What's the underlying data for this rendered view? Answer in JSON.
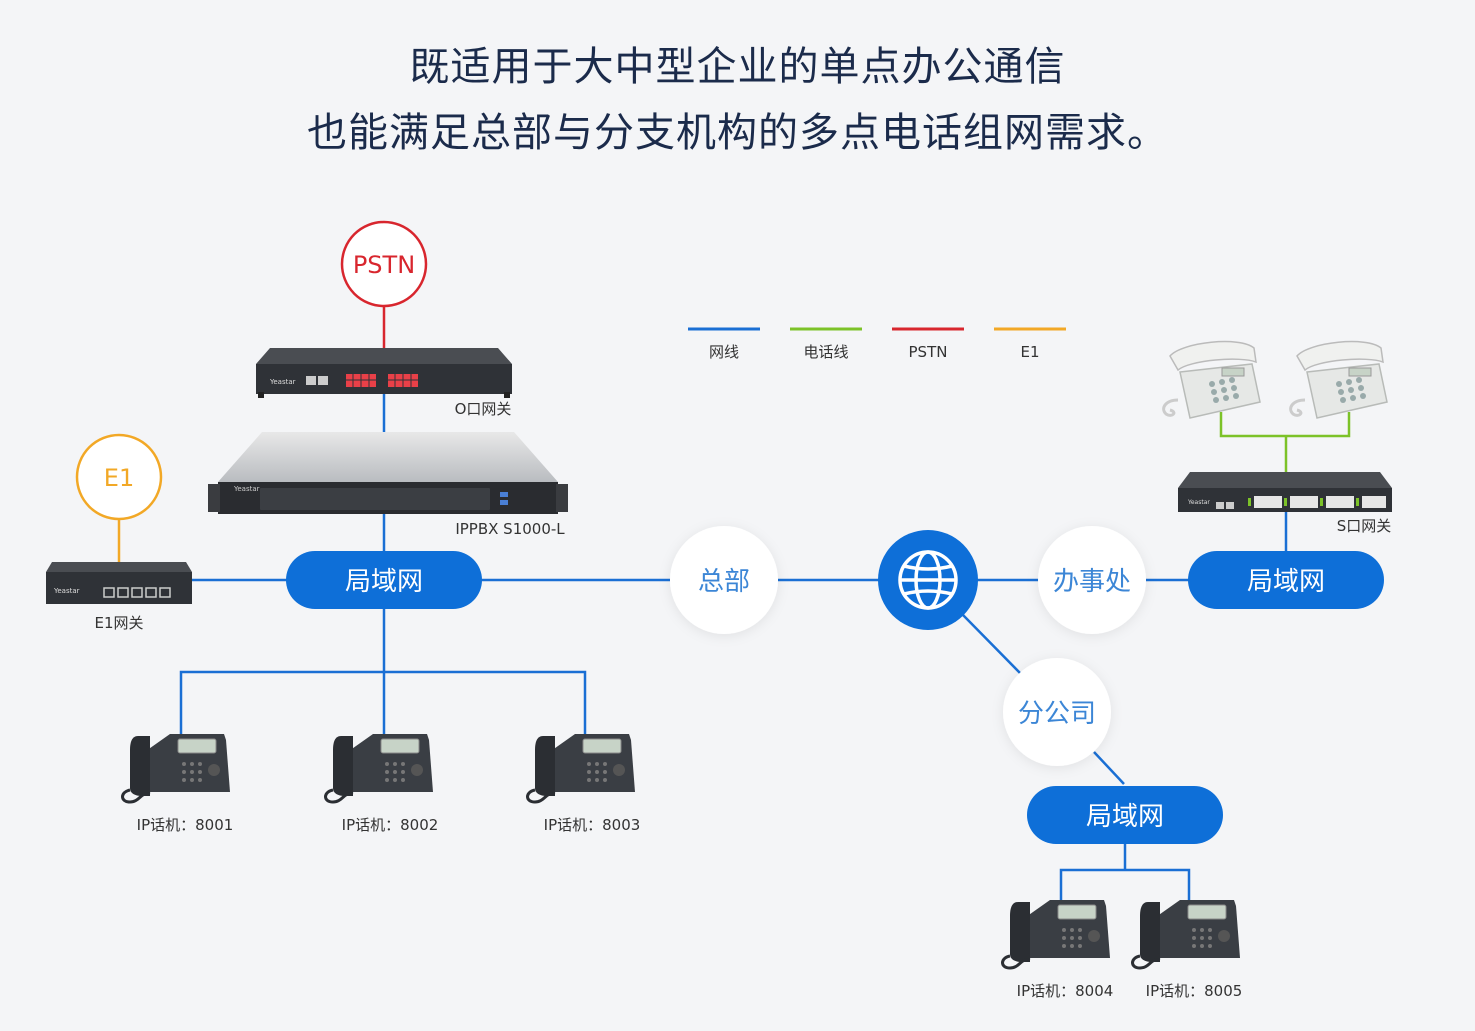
{
  "title": {
    "line1": "既适用于大中型企业的单点办公通信",
    "line2": "也能满足总部与分支机构的多点电话组网需求。"
  },
  "legend": [
    {
      "label": "网线",
      "color": "#1a6fd4"
    },
    {
      "label": "电话线",
      "color": "#7cc228"
    },
    {
      "label": "PSTN",
      "color": "#d8262e"
    },
    {
      "label": "E1",
      "color": "#f2a826"
    }
  ],
  "circles": {
    "pstn": "PSTN",
    "e1": "E1"
  },
  "devices": {
    "o_gateway": "O口网关",
    "ippbx": "IPPBX S1000-L",
    "e1_gateway": "E1网关",
    "s_gateway": "S口网关",
    "brand": "Yeastar"
  },
  "nodes": {
    "lan_hq": "局域网",
    "lan_office": "局域网",
    "lan_branch": "局域网",
    "hq": "总部",
    "office": "办事处",
    "branch": "分公司",
    "internet_icon": "globe-icon"
  },
  "phones": [
    {
      "label": "IP话机：8001"
    },
    {
      "label": "IP话机：8002"
    },
    {
      "label": "IP话机：8003"
    },
    {
      "label": "IP话机：8004"
    },
    {
      "label": "IP话机：8005"
    }
  ],
  "colors": {
    "network": "#1a6fd4",
    "phone_line": "#7cc228",
    "pstn": "#d8262e",
    "e1": "#f2a826",
    "title": "#1b2b4b",
    "lan_pill": "#0e6fd8"
  }
}
